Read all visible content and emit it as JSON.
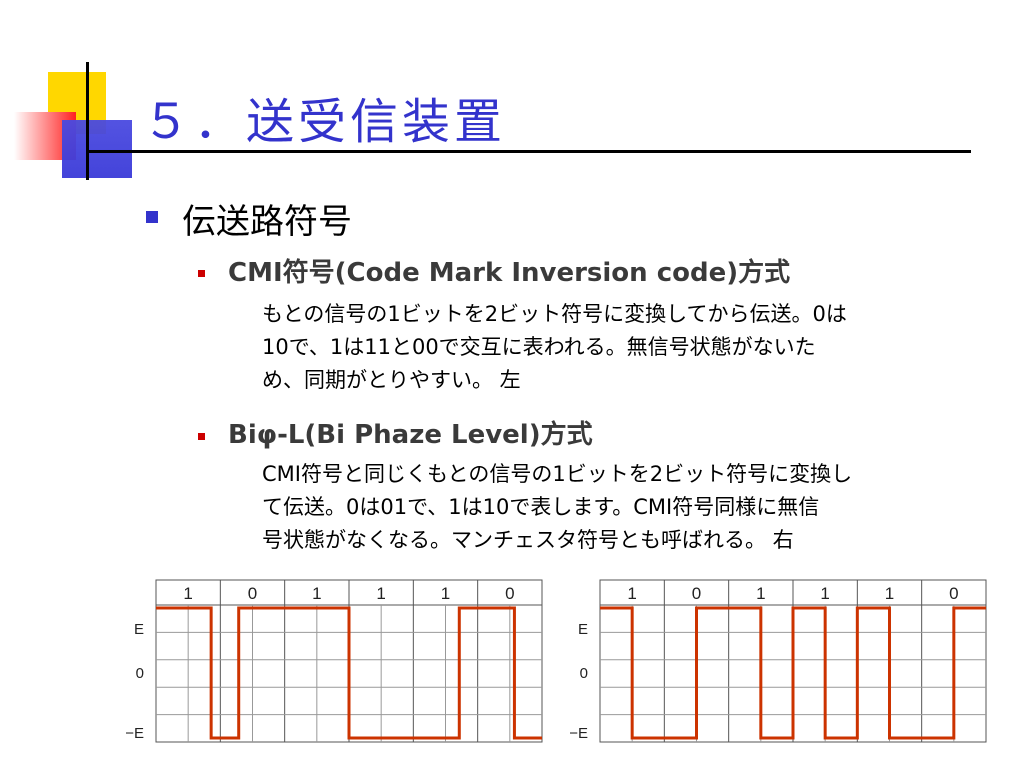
{
  "slide": {
    "title": "５．送受信装置",
    "bullet1": "伝送路符号",
    "sections": [
      {
        "heading": "CMI符号(Code Mark Inversion code)方式",
        "lines": [
          "もとの信号の1ビットを2ビット符号に変換してから伝送。0は",
          " 10で、1は11と00で交互に表われる。無信号状態がないた",
          " め、同期がとりやすい。 左"
        ]
      },
      {
        "heading": "Biφ-L(Bi Phaze Level)方式",
        "lines": [
          "CMI符号と同じくもとの信号の1ビットを2ビット符号に変換し",
          " て伝送。0は01で、1は10で表します。CMI符号同様に無信",
          " 号状態がなくなる。マンチェスタ符号とも呼ばれる。 右"
        ]
      }
    ]
  },
  "colors": {
    "title": "#3333cc",
    "signal": "#cc3300",
    "grid": "#999999"
  },
  "chart_data": [
    {
      "type": "line",
      "name": "CMI",
      "bits": [
        "1",
        "0",
        "1",
        "1",
        "1",
        "0"
      ],
      "ylabels": [
        "E",
        "0",
        "−E"
      ],
      "levels": [
        1,
        1,
        -1,
        1,
        1,
        1,
        1,
        -1,
        -1,
        -1,
        -1,
        1,
        1,
        -1
      ],
      "ylim": [
        -1,
        1
      ]
    },
    {
      "type": "line",
      "name": "Biφ-L",
      "bits": [
        "1",
        "0",
        "1",
        "1",
        "1",
        "0"
      ],
      "ylabels": [
        "E",
        "0",
        "−E"
      ],
      "levels": [
        1,
        -1,
        -1,
        1,
        1,
        -1,
        1,
        -1,
        1,
        -1,
        -1,
        1
      ],
      "ylim": [
        -1,
        1
      ]
    }
  ]
}
